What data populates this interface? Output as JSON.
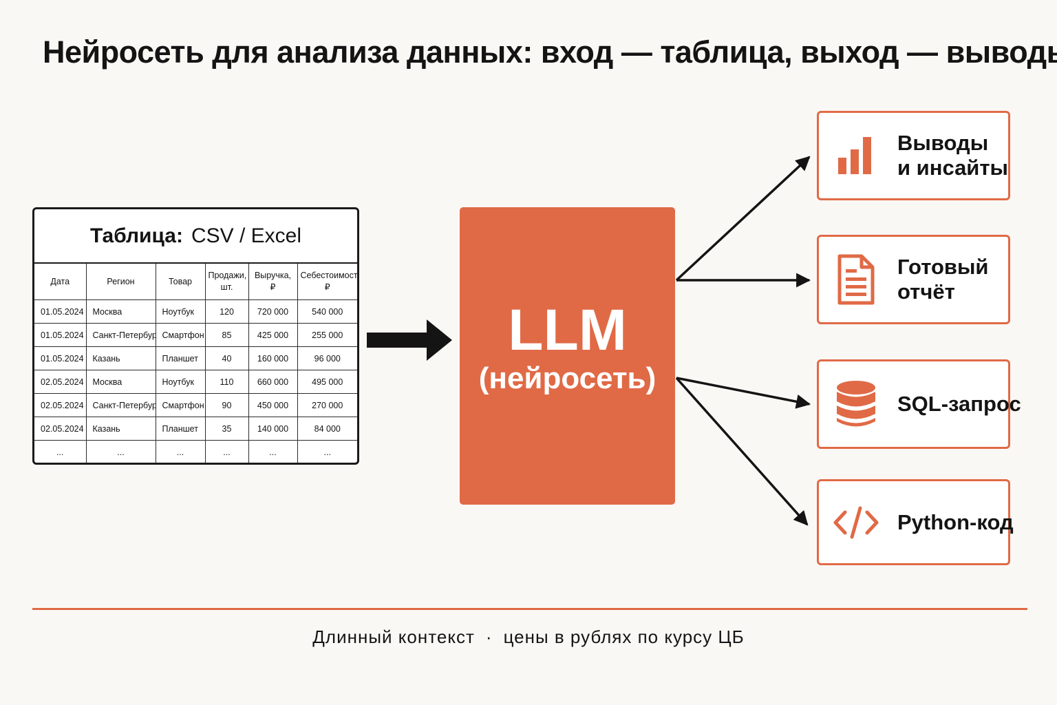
{
  "title": "Нейросеть для анализа данных: вход — таблица, выход — выводы",
  "input_table": {
    "caption": "Таблица:",
    "format": "CSV / Excel",
    "headers": [
      "Дата",
      "Регион",
      "Товар",
      "Продажи, шт.",
      "Выручка, ₽",
      "Себестоимость, ₽"
    ],
    "rows": [
      [
        "01.05.2024",
        "Москва",
        "Ноутбук",
        "120",
        "720 000",
        "540 000"
      ],
      [
        "01.05.2024",
        "Санкт-Петербург",
        "Смартфон",
        "85",
        "425 000",
        "255 000"
      ],
      [
        "01.05.2024",
        "Казань",
        "Планшет",
        "40",
        "160 000",
        "96 000"
      ],
      [
        "02.05.2024",
        "Москва",
        "Ноутбук",
        "110",
        "660 000",
        "495 000"
      ],
      [
        "02.05.2024",
        "Санкт-Петербург",
        "Смартфон",
        "90",
        "450 000",
        "270 000"
      ],
      [
        "02.05.2024",
        "Казань",
        "Планшет",
        "35",
        "140 000",
        "84 000"
      ],
      [
        "...",
        "...",
        "...",
        "...",
        "...",
        "..."
      ]
    ]
  },
  "model": {
    "name": "LLM",
    "subtitle": "(нейросеть)",
    "color": "#e06a46"
  },
  "outputs": [
    {
      "label_line1": "Выводы",
      "label_line2": "и инсайты",
      "icon": "bar-chart-icon"
    },
    {
      "label_line1": "Готовый",
      "label_line2": "отчёт",
      "icon": "document-icon"
    },
    {
      "label_line1": "SQL-запрос",
      "label_line2": "",
      "icon": "database-icon"
    },
    {
      "label_line1": "Python-код",
      "label_line2": "",
      "icon": "code-icon"
    }
  ],
  "footer": {
    "left": "Длинный контекст",
    "separator": "·",
    "right": "цены в рублях по курсу ЦБ"
  },
  "colors": {
    "accent": "#e06a46",
    "background": "#faf8f4",
    "text": "#141414"
  }
}
